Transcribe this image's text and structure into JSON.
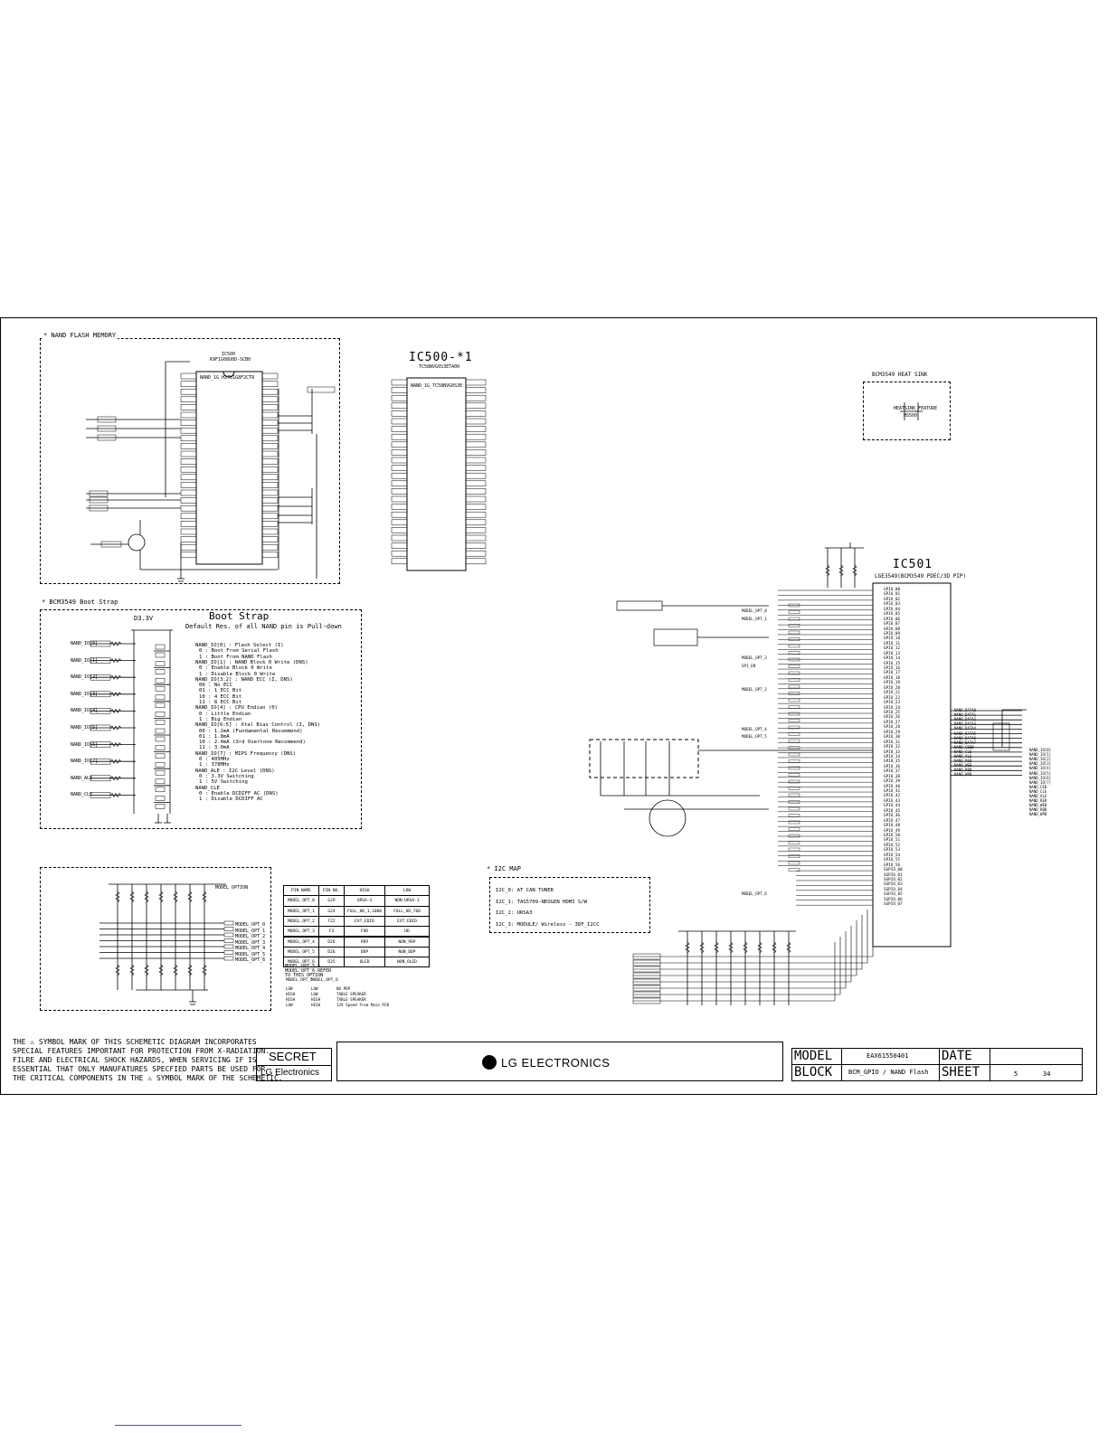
{
  "sections": {
    "nand": {
      "title": "* NAND FLASH MEMORY",
      "ic_ref": "IC500",
      "ic_part": "K9F1G08U0D-SCB0",
      "ic_label": "NAND_1G_H27U1G8F2CTR"
    },
    "ic500_41": {
      "title": "IC500-*1",
      "sub": "TC58NVG0S3ETA00",
      "label": "NAND_1G_TC58NVG0S3E"
    },
    "heatsink": {
      "title": "BCM3549 HEAT SINK",
      "part": "HEATSINK_FEATURE",
      "ref": "HS500"
    },
    "ic501": {
      "title": "IC501",
      "sub": "LGE3549(BCM3549 PDEC/3D PIP)"
    },
    "bootstrap": {
      "header": "* BCM3549 Boot Strap",
      "title": "Boot Strap",
      "subtitle": "Default Res. of all NAND pin is Pull-down",
      "supply": "D3.3V",
      "notes": [
        "NAND_IO[0] : Flash Select (I)",
        "0 : Boot From Serial Flash",
        "1 : Boot From NAND Flash",
        "NAND_IO[1] : NAND Block 0 Write (DNS)",
        "0 : Enable Block 0 Write",
        "1 : Disable Block 0 Write",
        "NAND_IO[3:2] : NAND ECC (I, DNS)",
        "00 : No ECC",
        "01 : 1 ECC Bit",
        "10 : 4 ECC Bit",
        "11 : 8 ECC Bit",
        "NAND_IO[4] : CPU Endian (0)",
        "0 : Little Endian",
        "1 : Big Endian",
        "NAND_IO[6:5] : Xtal Bias Control (I, DNS)",
        "00 : 1.2mA (Fundamental Recommend)",
        "01 : 1.8mA",
        "10 : 2.4mA (3rd Overtone Recommend)",
        "11 : 3.0mA",
        "NAND_IO[7] : MIPS Frequency (DNS)",
        "0 : 405MHz",
        "1 : 378MHz",
        "NAND_ALE : I2C Level (DNS)",
        "0 : 3.3V Switching",
        "1 : 5V Switching",
        "NAND_CLE",
        "0 : Enable DCDIFF AC (DNS)",
        "1 : Disable DCDIFF AC"
      ],
      "nets": [
        "NAND_IO[0]",
        "NAND_IO[1]",
        "NAND_IO[2]",
        "NAND_IO[3]",
        "NAND_IO[4]",
        "NAND_IO[5]",
        "NAND_IO[6]",
        "NAND_IO[7]",
        "NAND_ALE",
        "NAND_CLE"
      ]
    },
    "model_option": {
      "label": "MODEL OPTION",
      "outputs": [
        "MODEL_OPT_0",
        "MODEL_OPT_1",
        "MODEL_OPT_2",
        "MODEL_OPT_3",
        "MODEL_OPT_4",
        "MODEL_OPT_5",
        "MODEL_OPT_6"
      ],
      "table_head": [
        "PIN NAME",
        "PIN NO.",
        "HIGH",
        "LOW"
      ],
      "table_rows": [
        [
          "MODEL_OPT_0",
          "G29",
          "URSA-3",
          "NON-URSA-3"
        ],
        [
          "MODEL_OPT_1",
          "G24",
          "FULL_HD_1,1080",
          "FULL_HD_768"
        ],
        [
          "MODEL_OPT_2",
          "F22",
          "EXT_EDID",
          "EXT_EDID"
        ],
        [
          "MODEL_OPT_3",
          "F3",
          "FHD",
          "HD"
        ],
        [
          "MODEL_OPT_4",
          "D26",
          "PDP",
          "NON_PDP"
        ],
        [
          "MODEL_OPT_5",
          "D26",
          "DDP",
          "NON_DDP"
        ],
        [
          "MODEL_OPT_6",
          "D25",
          "OLED",
          "NON_OLED"
        ]
      ],
      "note": "MODEL_OPT_5 & MODEL_OPT_6 REFER TO THIS OPTION",
      "small_head": [
        "MODEL_OPT_5",
        "MODEL_OPT_6"
      ],
      "small_rows": [
        [
          "LOW",
          "LOW",
          "NO PDP"
        ],
        [
          "HIGH",
          "LOW",
          "TABLE SPEAKER"
        ],
        [
          "HIGH",
          "HIGH",
          "TABLE SPEAKER"
        ],
        [
          "LOW",
          "HIGH",
          "12V Speed from Main PCB"
        ]
      ]
    },
    "i2c_map": {
      "title": "* I2C MAP",
      "items": [
        "I2C_0: AT CAN TUNER",
        "I2C_1: TAS5709-NEOGEN HDMI S/W",
        "I2C_2: URSA3",
        "I2C_3: MODULE/ Wireless - 3DF_I2CC"
      ]
    }
  },
  "ic501_pins": [
    "GPIO_00",
    "GPIO_01",
    "GPIO_02",
    "GPIO_03",
    "GPIO_04",
    "GPIO_05",
    "GPIO_06",
    "GPIO_07",
    "GPIO_08",
    "GPIO_09",
    "GPIO_10",
    "GPIO_11",
    "GPIO_12",
    "GPIO_13",
    "GPIO_14",
    "GPIO_15",
    "GPIO_16",
    "GPIO_17",
    "GPIO_18",
    "GPIO_19",
    "GPIO_20",
    "GPIO_21",
    "GPIO_22",
    "GPIO_23",
    "GPIO_24",
    "GPIO_25",
    "GPIO_26",
    "GPIO_27",
    "GPIO_28",
    "GPIO_29",
    "GPIO_30",
    "GPIO_31",
    "GPIO_32",
    "GPIO_33",
    "GPIO_34",
    "GPIO_35",
    "GPIO_36",
    "GPIO_37",
    "GPIO_38",
    "GPIO_39",
    "GPIO_40",
    "GPIO_41",
    "GPIO_42",
    "GPIO_43",
    "GPIO_44",
    "GPIO_45",
    "GPIO_46",
    "GPIO_47",
    "GPIO_48",
    "GPIO_49",
    "GPIO_50",
    "GPIO_51",
    "GPIO_52",
    "GPIO_53",
    "GPIO_54",
    "GPIO_55",
    "GPIO_56",
    "SGPIO_00",
    "SGPIO_01",
    "SGPIO_02",
    "SGPIO_03",
    "SGPIO_04",
    "SGPIO_05",
    "SGPIO_06",
    "SGPIO_07"
  ],
  "ic501_nand_pins": [
    "NAND_DATA0",
    "NAND_DATA1",
    "NAND_DATA2",
    "NAND_DATA3",
    "NAND_DATA4",
    "NAND_DATA5",
    "NAND_DATA6",
    "NAND_DATA7",
    "NAND_CE0B",
    "NAND_CLE",
    "NAND_ALE",
    "NAND_REB",
    "NAND_WEB",
    "NAND_RBB",
    "NAND_WPB"
  ],
  "ic501_nand_nets": [
    "NAND_IO[0]",
    "NAND_IO[1]",
    "NAND_IO[2]",
    "NAND_IO[3]",
    "NAND_IO[4]",
    "NAND_IO[5]",
    "NAND_IO[6]",
    "NAND_IO[7]",
    "NAND_CE0",
    "NAND_CLE",
    "NAND_ALE",
    "NAND_REB",
    "NAND_WEB",
    "NAND_RBB",
    "NAND_WPB"
  ],
  "ic501_nets_left": [
    "MODEL_OPT_0",
    "MODEL_OPT_1",
    "",
    "",
    "",
    "",
    "MODEL_OPT_3",
    "SPI_EN",
    "",
    "",
    "MODEL_OPT_2",
    "",
    "",
    "",
    "",
    "MODEL_OPT_4",
    "MODEL_OPT_5",
    "",
    "",
    "",
    "",
    "",
    "",
    "",
    "",
    "",
    "",
    "",
    "",
    "",
    "",
    "",
    "",
    "",
    "",
    "",
    "MODEL_OPT_6"
  ],
  "warning": {
    "line1": "THE ⚠ SYMBOL MARK OF THIS SCHEMETIC DIAGRAM INCORPORATES",
    "line2": "SPECIAL FEATURES IMPORTANT FOR PROTECTION FROM X-RADIATION.",
    "line3": "FILRE AND ELECTRICAL SHOCK HAZARDS, WHEN SERVICING IF IS",
    "line4": "ESSENTIAL THAT ONLY MANUFATURES SPECFIED PARTS BE USED FOR",
    "line5": "THE CRITICAL COMPONENTS IN THE ⚠ SYMBOL MARK OF THE SCHEMETIC."
  },
  "title_block": {
    "secret": "SECRET",
    "brand_small": "LG Electronics",
    "brand_center": "LG ELECTRONICS",
    "model_label": "MODEL",
    "model_value": "EAX61550401",
    "date_label": "DATE",
    "block_label": "BLOCK",
    "block_value": "BCM_GPIO / NAND Flash",
    "sheet_label": "SHEET",
    "sheet_no": "5",
    "sheet_total": "34"
  },
  "colors": {
    "ink": "#000000",
    "link": "#3355cc"
  }
}
